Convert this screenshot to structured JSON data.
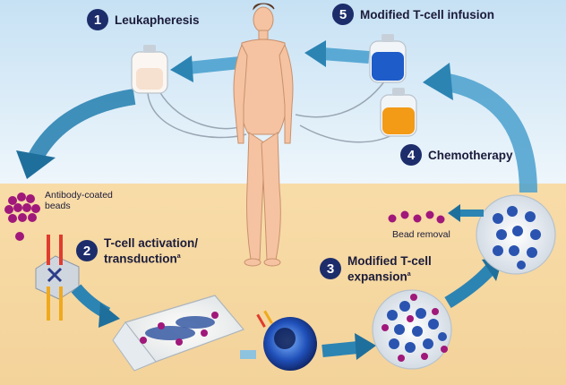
{
  "steps": [
    {
      "number": "1",
      "label": "Leukapheresis"
    },
    {
      "number": "2",
      "label_line1": "T-cell activation/",
      "label_line2": "transduction",
      "footnote": "a"
    },
    {
      "number": "3",
      "label_line1": "Modified T-cell",
      "label_line2": "expansion",
      "footnote": "a"
    },
    {
      "number": "4",
      "label": "Chemotherapy"
    },
    {
      "number": "5",
      "label": "Modified T-cell infusion"
    }
  ],
  "labels": {
    "beads_line1": "Antibody-coated",
    "beads_line2": "beads",
    "bead_removal": "Bead removal"
  },
  "colors": {
    "sky_top": "#c9e3f5",
    "sky_bottom": "#eaf4fb",
    "ground": "#f6d9a4",
    "arrow": "#2c84b3",
    "badge": "#1d2d6b",
    "bead": "#a0187a",
    "infusion_bag": "#1d5cc9",
    "chemo_bag": "#f39a16",
    "skin": "#f7c7a6"
  }
}
